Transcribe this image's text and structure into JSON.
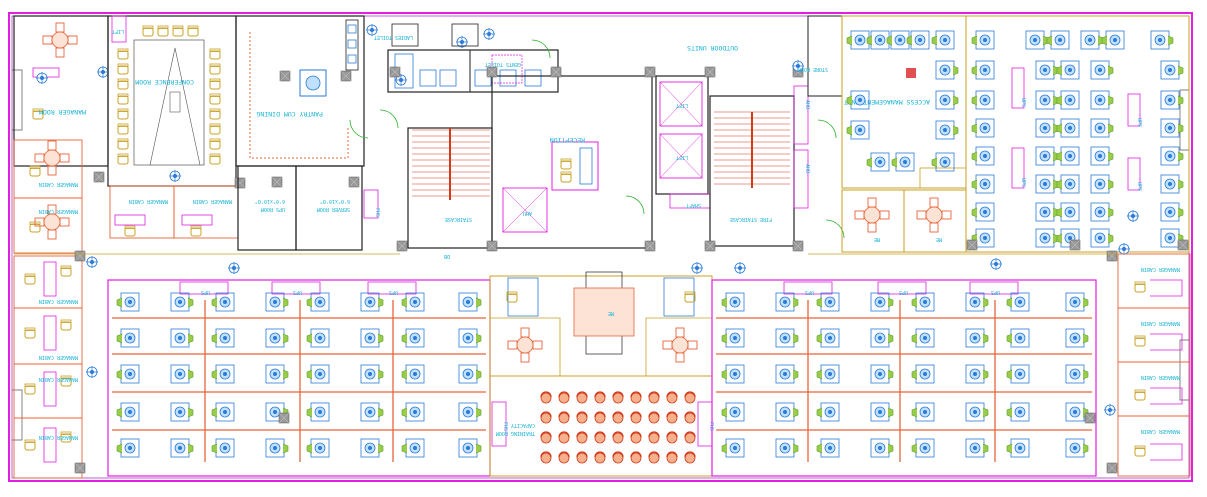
{
  "drawing": {
    "title": "",
    "note": "Architectural office floor plan (CAD). Most labels are printed rotated 180°."
  },
  "colors": {
    "outer_wall": "#e01fe0",
    "partition": "#e8643a",
    "furniture_yellow": "#c9a020",
    "chair_blue": "#2a7ad6",
    "chair_green": "#5aa02a",
    "label_cyan": "#19b3d6",
    "column_gray": "#8a8a8a",
    "stair_red": "#d23a1a",
    "dark_wall": "#222222"
  },
  "rooms": {
    "manager_room": "MANAGER ROOM",
    "conference_room": "CONFERENCE ROOM",
    "pantry": "PANTRY CUM DINING",
    "manager_cabin_1": "MANAGER CABIN",
    "manager_cabin_2": "MANAGER CABIN",
    "manager_cabin_3": "MANAGER CABIN",
    "manager_cabin_4": "MANAGER CABIN",
    "manager_cabin_5": "MANAGER CABIN",
    "manager_cabin_6": "MANAGER CABIN",
    "manager_cabin_7": "MANAGER CABIN",
    "manager_cabin_8": "MANAGER CABIN",
    "manager_cabin_9": "MANAGER CABIN",
    "manager_cabin_10": "MANAGER CABIN",
    "manager_cabin_11": "MANAGER CABIN",
    "ups_room": "UPS ROOM",
    "server_room": "SERVER ROOM",
    "ups_size": "6'0\"x10'0\"",
    "server_size": "6'0\"x10'0\"",
    "ladies_toilet": "LADIES TOILET",
    "gents_toilet": "GENTS TOILET",
    "outdoor_units": "OUTDOOR UNITS",
    "reception": "RECEPTION",
    "store_room": "STORE ROOM",
    "access_unit": "ACCESS MANAGEMENT UNIT",
    "training_room": "TRAINING ROOM",
    "capacity": "CAPACITY",
    "lift": "LIFT",
    "shaft": "SHAFT",
    "ahu": "AHU",
    "staircase": "STAIRCASE",
    "fire_staircase": "FIRE STAIRCASE",
    "ups": "UPS",
    "db": "DB",
    "fhs": "FHS",
    "me_room": "ME"
  }
}
